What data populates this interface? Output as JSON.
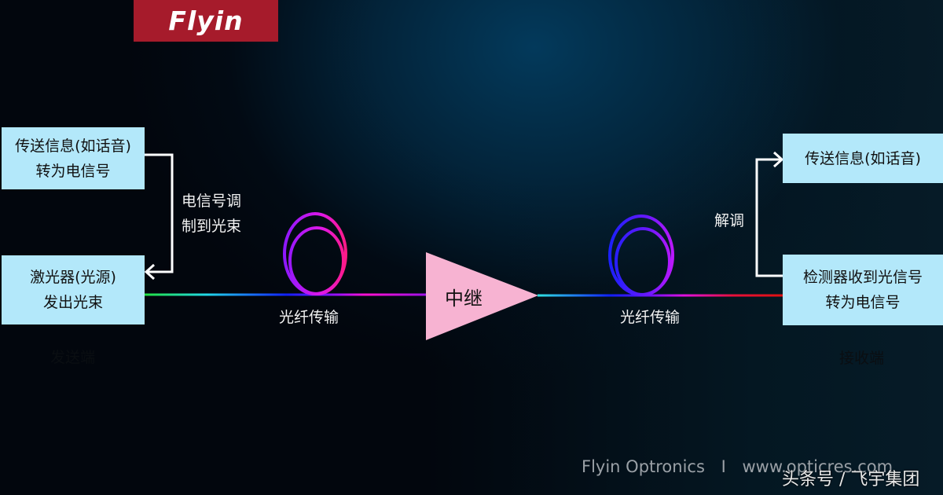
{
  "logo": {
    "text": "Flyin",
    "bg_color": "#a61b2b"
  },
  "transmitter": {
    "info_box": {
      "lines": [
        "传送信息(如话音)",
        "转为电信号"
      ]
    },
    "laser_box": {
      "lines": [
        "激光器(光源)",
        "发出光束"
      ]
    },
    "modulation_label": {
      "lines": [
        "电信号调",
        "制到光束"
      ]
    },
    "section_label": "发送端"
  },
  "fiber_segments": [
    {
      "label": "光纤传输",
      "loop_colors": [
        "#7a1cff",
        "#ff1aa8"
      ]
    },
    {
      "label": "光纤传输",
      "loop_colors": [
        "#2a1cff",
        "#b01aff"
      ]
    }
  ],
  "repeater": {
    "label": "中继",
    "color": "#f7b3d2"
  },
  "receiver": {
    "info_box": {
      "lines": [
        "传送信息(如话音)"
      ]
    },
    "detector_box": {
      "lines": [
        "检测器收到光信号",
        "转为电信号"
      ]
    },
    "demodulation_label": "解调",
    "section_label": "接收端"
  },
  "colors": {
    "box_fill": "#b3e8fa",
    "connector": "#ffffff"
  },
  "footer": {
    "company": "Flyin Optronics",
    "separator": "I",
    "website": "www.opticres.com"
  },
  "watermark": "头条号 / 飞宇集团"
}
